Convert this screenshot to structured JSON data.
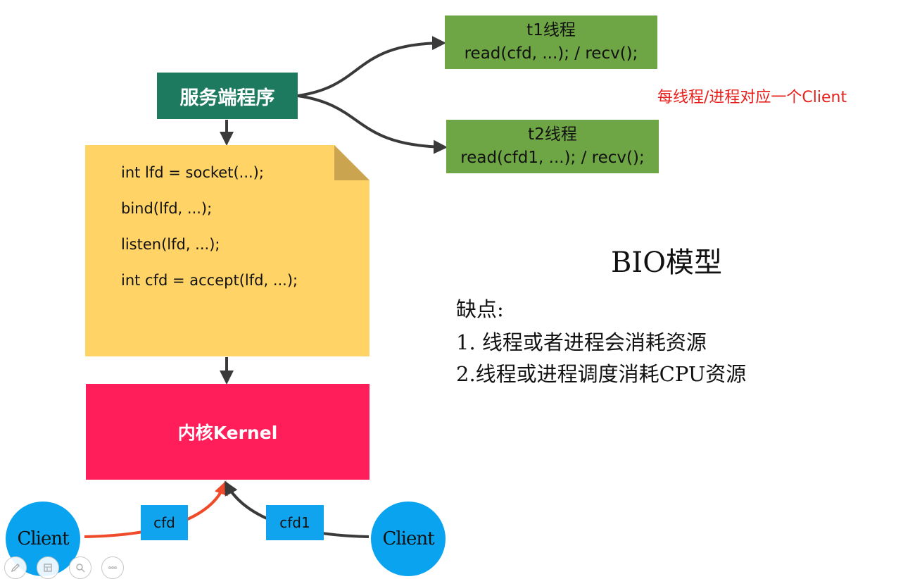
{
  "server": {
    "label": "服务端程序"
  },
  "threads": [
    {
      "name": "t1线程",
      "call": "read(cfd, ...); / recv();"
    },
    {
      "name": "t2线程",
      "call": "read(cfd1, ...); / recv();"
    }
  ],
  "code_lines": [
    "int lfd = socket(...);",
    "bind(lfd, ...);",
    "listen(lfd, ...);",
    "int cfd = accept(lfd, ...);"
  ],
  "kernel": {
    "label": "内核Kernel"
  },
  "clients": {
    "left": "Client",
    "right": "Client"
  },
  "fd_labels": {
    "cfd": "cfd",
    "cfd1": "cfd1"
  },
  "note": "每线程/进程对应一个Client",
  "model_title": "BIO模型",
  "drawbacks": {
    "heading": "缺点:",
    "items": [
      "1. 线程或者进程会消耗资源",
      "2.线程或进程调度消耗CPU资源"
    ]
  },
  "colors": {
    "server": "#1e7a5f",
    "thread": "#6fa645",
    "code": "#ffd366",
    "kernel": "#ff1e5a",
    "client": "#0aa3ef",
    "fd_label": "#10a3ee",
    "note": "#e8201b",
    "arrow_dark": "#3a3a3a",
    "arrow_red": "#ef4a2a"
  },
  "toolbar": {
    "icons": [
      "pen-icon",
      "slides-icon",
      "zoom-icon",
      "more-icon"
    ]
  }
}
